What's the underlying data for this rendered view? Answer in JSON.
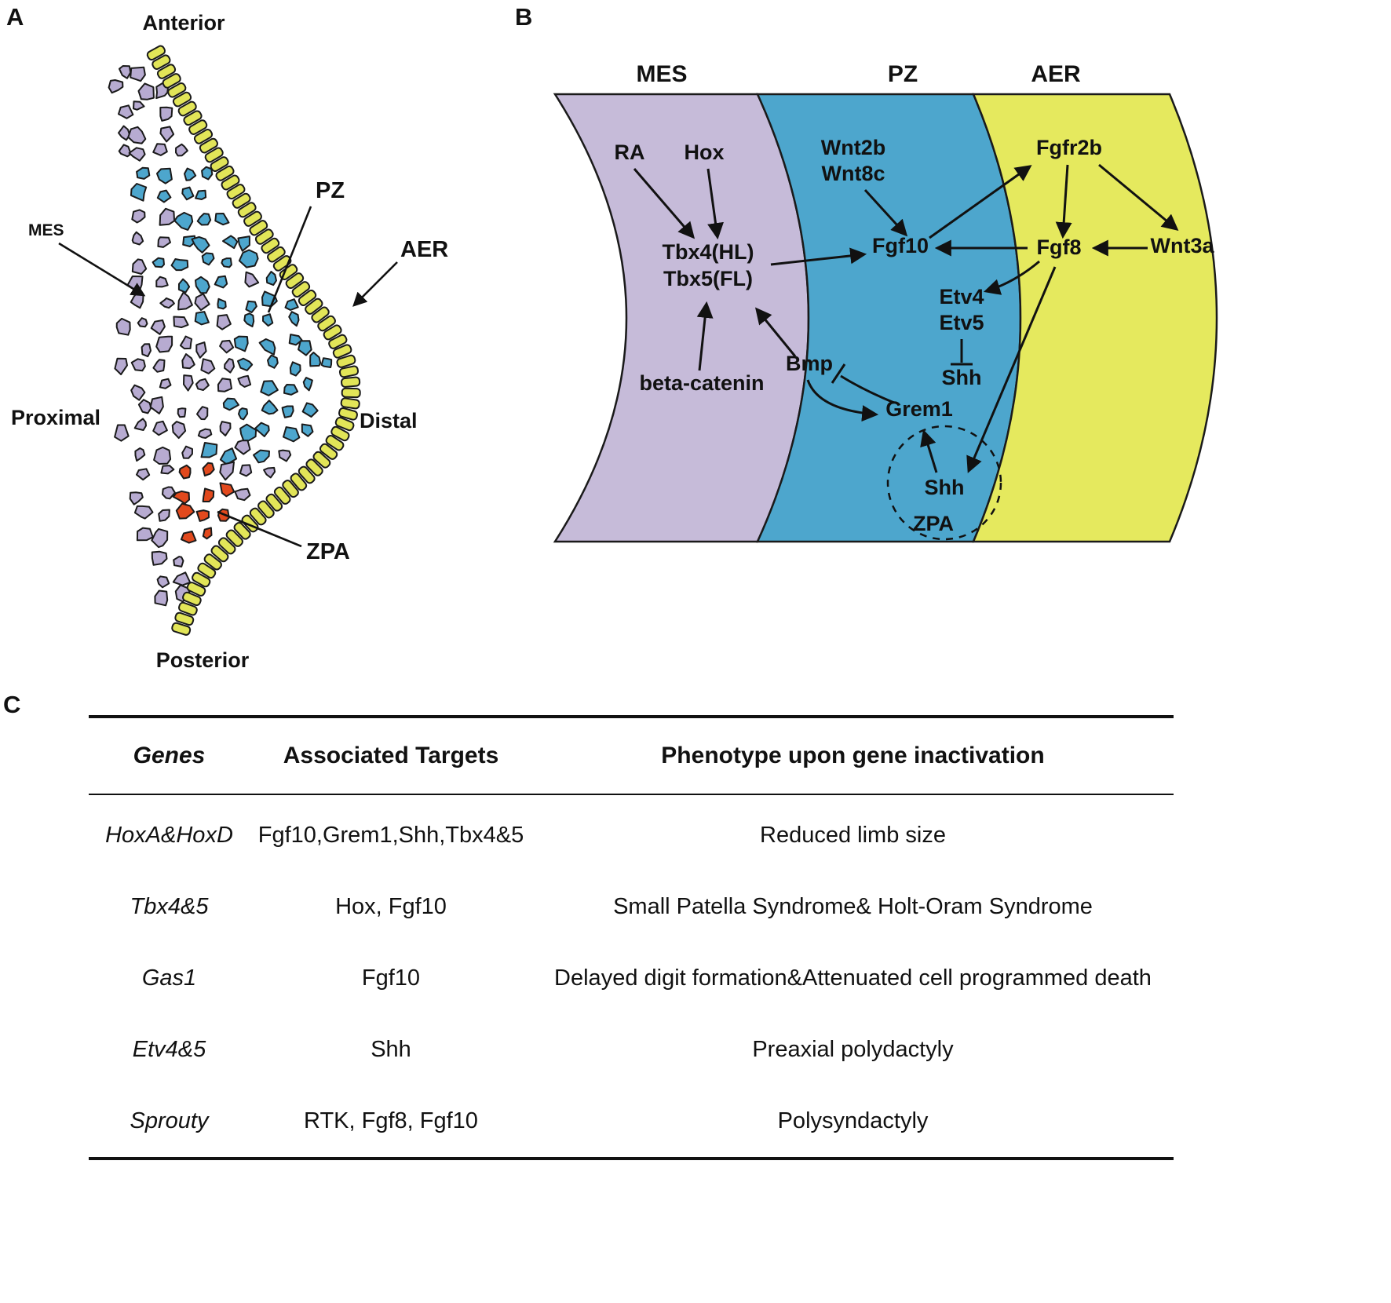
{
  "panelA": {
    "label": "A",
    "anterior": "Anterior",
    "posterior": "Posterior",
    "proximal": "Proximal",
    "distal": "Distal",
    "mes": "MES",
    "pz": "PZ",
    "aer": "AER",
    "zpa": "ZPA",
    "colors": {
      "mes_cell": "#b7abd1",
      "pz_cell": "#4da6cd",
      "zpa_cell": "#e2491d",
      "aer_cell": "#e2e558",
      "outline": "#1a1a1a"
    }
  },
  "panelB": {
    "label": "B",
    "zones": [
      {
        "name": "MES",
        "color": "#c6bbd9"
      },
      {
        "name": "PZ",
        "color": "#4da6cd"
      },
      {
        "name": "AER",
        "color": "#e5e95e"
      }
    ],
    "nodes": {
      "ra": "RA",
      "hox": "Hox",
      "tbx4": "Tbx4(HL)",
      "tbx5": "Tbx5(FL)",
      "beta_catenin": "beta-catenin",
      "wnt2b": "Wnt2b",
      "wnt8c": "Wnt8c",
      "fgf10": "Fgf10",
      "etv4": "Etv4",
      "etv5": "Etv5",
      "shh_upper": "Shh",
      "bmp": "Bmp",
      "grem1": "Grem1",
      "shh_lower": "Shh",
      "zpa": "ZPA",
      "fgfr2b": "Fgfr2b",
      "fgf8": "Fgf8",
      "wnt3a": "Wnt3a"
    },
    "edges": [
      {
        "from": "RA",
        "to": "Tbx4(HL)/Tbx5(FL)",
        "type": "activates"
      },
      {
        "from": "Hox",
        "to": "Tbx4(HL)/Tbx5(FL)",
        "type": "activates"
      },
      {
        "from": "beta-catenin",
        "to": "Tbx4(HL)/Tbx5(FL)",
        "type": "activates"
      },
      {
        "from": "Bmp",
        "to": "Tbx4(HL)/Tbx5(FL)",
        "type": "activates"
      },
      {
        "from": "Tbx4(HL)/Tbx5(FL)",
        "to": "Fgf10",
        "type": "activates"
      },
      {
        "from": "Wnt2b/Wnt8c",
        "to": "Fgf10",
        "type": "activates"
      },
      {
        "from": "Fgf10",
        "to": "Fgfr2b",
        "type": "activates"
      },
      {
        "from": "Fgfr2b",
        "to": "Fgf8",
        "type": "activates"
      },
      {
        "from": "Fgfr2b",
        "to": "Wnt3a",
        "type": "activates"
      },
      {
        "from": "Wnt3a",
        "to": "Fgf8",
        "type": "activates"
      },
      {
        "from": "Fgf8",
        "to": "Fgf10",
        "type": "activates"
      },
      {
        "from": "Fgf8",
        "to": "Etv4/Etv5",
        "type": "activates"
      },
      {
        "from": "Etv4/Etv5",
        "to": "Shh",
        "type": "inhibits"
      },
      {
        "from": "Fgf8",
        "to": "Shh (ZPA)",
        "type": "activates"
      },
      {
        "from": "Shh (ZPA)",
        "to": "Grem1",
        "type": "activates"
      },
      {
        "from": "Grem1",
        "to": "Bmp",
        "type": "inhibits"
      },
      {
        "from": "Bmp",
        "to": "Grem1",
        "type": "activates"
      }
    ]
  },
  "panelC": {
    "label": "C",
    "headers": [
      "Genes",
      "Associated Targets",
      "Phenotype upon gene inactivation"
    ],
    "rows": [
      {
        "gene": "HoxA&HoxD",
        "targets": "Fgf10,Grem1,Shh,Tbx4&5",
        "phenotype": "Reduced limb size"
      },
      {
        "gene": "Tbx4&5",
        "targets": "Hox, Fgf10",
        "phenotype": "Small Patella Syndrome& Holt-Oram Syndrome"
      },
      {
        "gene": "Gas1",
        "targets": "Fgf10",
        "phenotype": "Delayed digit formation&Attenuated cell programmed death"
      },
      {
        "gene": "Etv4&5",
        "targets": "Shh",
        "phenotype": "Preaxial polydactyly"
      },
      {
        "gene": "Sprouty",
        "targets": "RTK, Fgf8, Fgf10",
        "phenotype": "Polysyndactyly"
      }
    ]
  }
}
